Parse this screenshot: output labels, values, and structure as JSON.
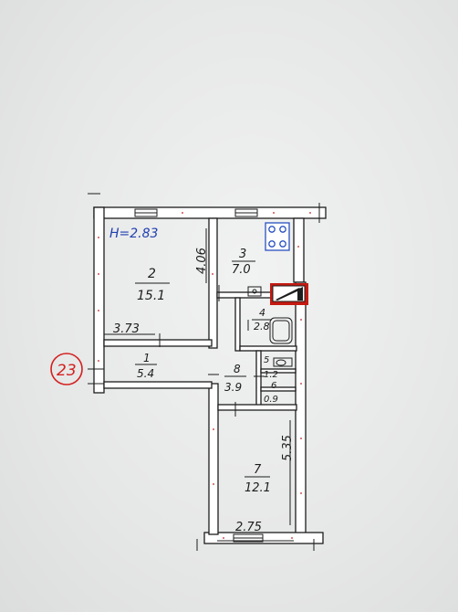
{
  "plan": {
    "ceiling_height": "H=2.83",
    "apartment_number": "23",
    "colors": {
      "ink": "#1d1d1d",
      "wall": "#ffffff",
      "ceiling_text": "#2040b0",
      "stamp": "#d42020",
      "chimney": "#c41a12"
    },
    "dimensions": {
      "top_wall": "4.06",
      "room2_width": "3.73",
      "right_wall": "5.35",
      "bottom_wall": "2.75"
    },
    "rooms": [
      {
        "number": "2",
        "area": "15.1"
      },
      {
        "number": "3",
        "area": "7.0"
      },
      {
        "number": "4",
        "area": "2.8"
      },
      {
        "number": "1",
        "area": "5.4"
      },
      {
        "number": "8",
        "area": "3.9"
      },
      {
        "number": "5",
        "area": "1.2"
      },
      {
        "number": "6",
        "area": "0.9"
      },
      {
        "number": "7",
        "area": "12.1"
      }
    ]
  }
}
